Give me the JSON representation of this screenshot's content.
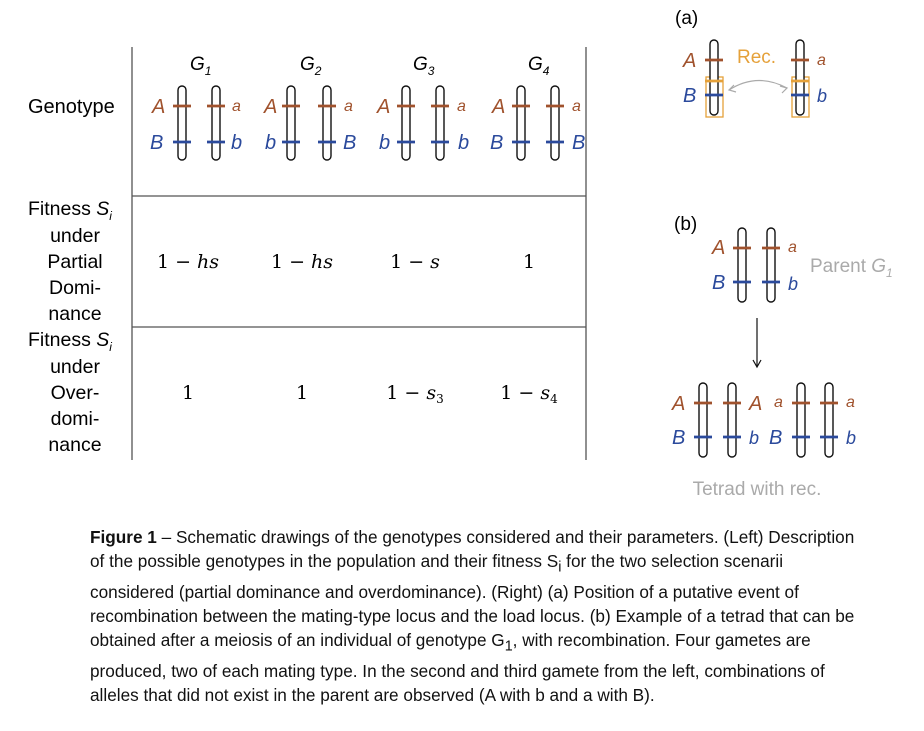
{
  "table": {
    "columns": [
      {
        "base": "G",
        "sub": "1"
      },
      {
        "base": "G",
        "sub": "2"
      },
      {
        "base": "G",
        "sub": "3"
      },
      {
        "base": "G",
        "sub": "4"
      }
    ],
    "genotype_label": "Genotype",
    "genotypes": [
      {
        "left": [
          "A",
          "B"
        ],
        "right": [
          "a",
          "b"
        ]
      },
      {
        "left": [
          "A",
          "b"
        ],
        "right": [
          "a",
          "B"
        ]
      },
      {
        "left": [
          "A",
          "b"
        ],
        "right": [
          "a",
          "b"
        ]
      },
      {
        "left": [
          "A",
          "B"
        ],
        "right": [
          "a",
          "B"
        ]
      }
    ],
    "rows": [
      {
        "label": {
          "line1_pre": "Fitness ",
          "line1_var": "S",
          "line1_sub": "i",
          "lines": [
            "under",
            "Partial",
            "Domi-",
            "nance"
          ]
        },
        "values": [
          {
            "pre": "1 − ",
            "var": "hs",
            "sub": ""
          },
          {
            "pre": "1 − ",
            "var": "hs",
            "sub": ""
          },
          {
            "pre": "1 − ",
            "var": "s",
            "sub": ""
          },
          {
            "pre": "1",
            "var": "",
            "sub": ""
          }
        ]
      },
      {
        "label": {
          "line1_pre": "Fitness ",
          "line1_var": "S",
          "line1_sub": "i",
          "lines": [
            "under",
            "Over-",
            "domi-",
            "nance"
          ]
        },
        "values": [
          {
            "pre": "1",
            "var": "",
            "sub": ""
          },
          {
            "pre": "1",
            "var": "",
            "sub": ""
          },
          {
            "pre": "1 − ",
            "var": "s",
            "sub": "3"
          },
          {
            "pre": "1 − ",
            "var": "s",
            "sub": "4"
          }
        ]
      }
    ]
  },
  "panel_a": {
    "label": "(a)",
    "rec_label": "Rec.",
    "left": [
      "A",
      "B"
    ],
    "right": [
      "a",
      "b"
    ]
  },
  "panel_b": {
    "label": "(b)",
    "parent_label": "Parent ",
    "parent_var": "G",
    "parent_sub": "1",
    "parent_left": [
      "A",
      "B"
    ],
    "parent_right": [
      "a",
      "b"
    ],
    "tetrad": [
      {
        "top": "A",
        "bottom": "B"
      },
      {
        "top": "A",
        "bottom": "b"
      },
      {
        "top": "a",
        "bottom": "B"
      },
      {
        "top": "a",
        "bottom": "b"
      }
    ],
    "tetrad_label": "Tetrad with rec."
  },
  "colors": {
    "brown": "#a0522d",
    "blue": "#2b4a9c",
    "gold": "#e5a13a",
    "gray": "#aaaaaa",
    "line": "#555555"
  },
  "caption": {
    "bold": "Figure 1",
    "text": " – Schematic drawings of the genotypes considered and their parameters. (Left) Description of the possible genotypes in the population and their fitness S",
    "sub": "i",
    "text2": " for the two selection scenarii considered (partial dominance and overdominance). (Right) (a) Position of a putative event of recombination between the mating-type locus and the load locus. (b) Example of a tetrad that can be obtained after a meiosis of an individual of genotype G",
    "sub2": "1",
    "text3": ", with recombination. Four gametes are produced, two of each mating type. In the second and third gamete from the left, combinations of alleles that did not exist in the parent are observed (A with b and a with B)."
  }
}
